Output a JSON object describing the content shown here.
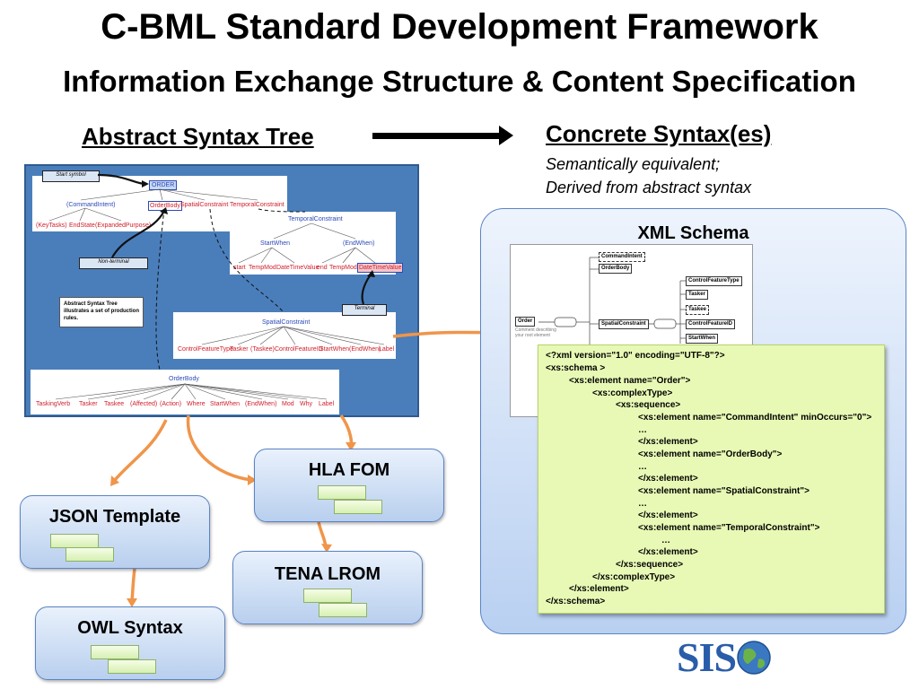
{
  "slide": {
    "title": "C-BML Standard Development Framework",
    "subtitle": "Information Exchange Structure & Content Specification"
  },
  "left": {
    "heading": "Abstract Syntax Tree"
  },
  "right": {
    "heading": "Concrete Syntax(es)",
    "note_line1": "Semantically equivalent;",
    "note_line2": "Derived from abstract syntax"
  },
  "ast": {
    "callouts": {
      "start_symbol": "Start symbol",
      "non_terminal": "Non-terminal",
      "terminal": "Terminal"
    },
    "note": "Abstract Syntax Tree illustrates a set of production rules.",
    "order": {
      "root": "ORDER",
      "children": [
        "(CommandIntent)",
        "OrderBody",
        "SpatialConstraint",
        "TemporalConstraint"
      ],
      "leaves": [
        "(KeyTasks)",
        "EndState",
        "(ExpandedPurpose)"
      ]
    },
    "temporal": {
      "root": "TemporalConstraint",
      "children": [
        "StartWhen",
        "(EndWhen)"
      ],
      "leaves": [
        "start",
        "TempMod",
        "DateTimeValue",
        "end",
        "TempMod",
        "DateTimeValue"
      ]
    },
    "spatial": {
      "root": "SpatialConstraint",
      "leaves": [
        "ControlFeatureType",
        "Tasker",
        "(Taskee)",
        "ControlFeatureID",
        "StartWhen",
        "(EndWhen)",
        "Label"
      ]
    },
    "orderbody": {
      "root": "OrderBody",
      "leaves": [
        "TaskingVerb",
        "Tasker",
        "Taskee",
        "(Affected)",
        "(Action)",
        "Where",
        "StartWhen",
        "(EndWhen)",
        "Mod",
        "Why",
        "Label"
      ]
    }
  },
  "boxes": {
    "hla": "HLA FOM",
    "json": "JSON Template",
    "tena": "TENA LROM",
    "owl": "OWL Syntax"
  },
  "xml": {
    "title": "XML Schema",
    "diagram": {
      "order": "Order",
      "order_note": "Comment describing your root element",
      "command_intent": "CommandIntent",
      "order_body": "OrderBody",
      "spatial_constraint": "SpatialConstraint",
      "control_feature_type": "ControlFeatureType",
      "tasker": "Tasker",
      "taskee": "Taskee",
      "control_feature_id": "ControlFeatureID",
      "start_when": "StartWhen"
    },
    "code": [
      "<?xml version=\"1.0\" encoding=\"UTF-8\"?>",
      "<xs:schema >",
      "<xs:element name=\"Order\">",
      "<xs:complexType>",
      "<xs:sequence>",
      "<xs:element name=\"CommandIntent\" minOccurs=\"0\">",
      "…",
      "</xs:element>",
      "<xs:element name=\"OrderBody\">",
      "…",
      "</xs:element>",
      "<xs:element name=\"SpatialConstraint\">",
      "…",
      "</xs:element>",
      "<xs:element name=\"TemporalConstraint\">",
      "…",
      "</xs:element>",
      "</xs:sequence>",
      "</xs:complexType>",
      "</xs:element>",
      "</xs:schema>"
    ]
  },
  "logo": "SIS",
  "colors": {
    "panel_blue": "#4a7ebb",
    "arrow_orange": "#f0954a",
    "code_green": "#e8f9b5",
    "tree_blue": "#2b4ab8",
    "tree_red": "#d01e2a"
  }
}
